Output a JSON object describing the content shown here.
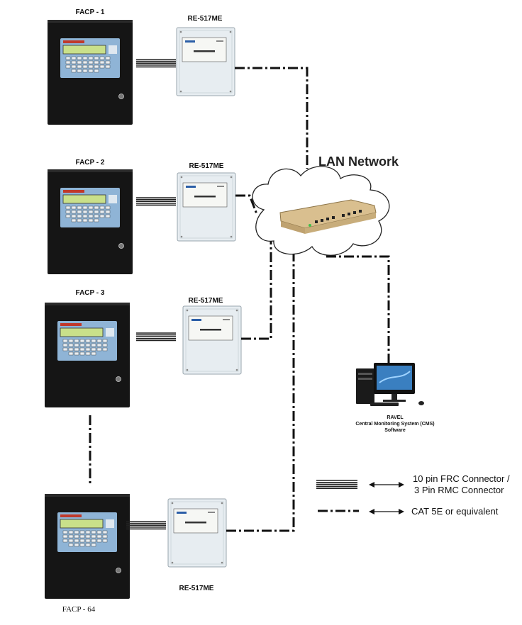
{
  "panels": [
    {
      "label": "FACP - 1"
    },
    {
      "label": "FACP - 2"
    },
    {
      "label": "FACP - 3"
    },
    {
      "label": "FACP - 64"
    }
  ],
  "modules": [
    {
      "label": "RE-517ME"
    },
    {
      "label": "RE-517ME"
    },
    {
      "label": "RE-517ME"
    },
    {
      "label": "RE-517ME"
    }
  ],
  "network": {
    "title": "LAN Network"
  },
  "cms": {
    "line1": "RAVEL",
    "line2": "Central Monitoring System (CMS)",
    "line3": "Software"
  },
  "legend": {
    "frc_line1": "10 pin FRC Connector /",
    "frc_line2": "3 Pin RMC Connector",
    "cat": "CAT 5E or equivalent"
  },
  "colors": {
    "panel": "#151515",
    "panel_face": "#8fb4d6",
    "module": "#e7edf1",
    "switch": "#d9bf8f",
    "line": "#111111"
  }
}
